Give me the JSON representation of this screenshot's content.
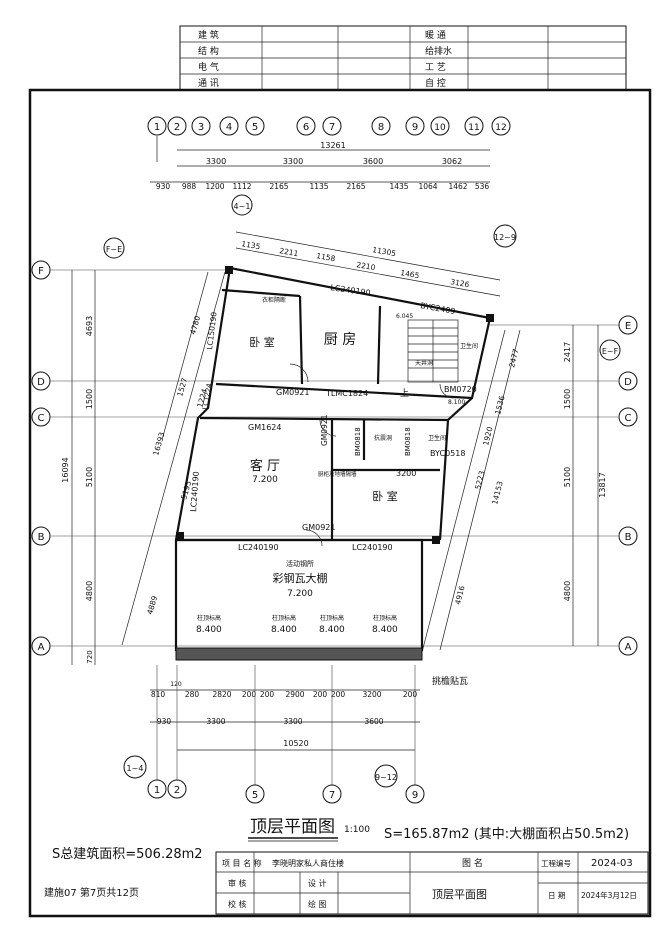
{
  "header_table": {
    "rows": [
      {
        "left": "建 筑",
        "right": "暖 通"
      },
      {
        "left": "结 构",
        "right": "给排水"
      },
      {
        "left": "电 气",
        "right": "工 艺"
      },
      {
        "left": "通 讯",
        "right": "自 控"
      }
    ]
  },
  "axes_top": [
    "1",
    "2",
    "3",
    "4",
    "5",
    "6",
    "7",
    "8",
    "9",
    "10",
    "11",
    "12"
  ],
  "axes_bottom": [
    "1",
    "2",
    "5",
    "7",
    "9"
  ],
  "axes_left": [
    "F",
    "D",
    "C",
    "B",
    "A"
  ],
  "axes_right": [
    "E",
    "D",
    "C",
    "B",
    "A"
  ],
  "axis_refs": {
    "top": "4~1",
    "top_right": "12~9",
    "left_top": "F~E",
    "right": "E~F",
    "bottom_left": "1~4",
    "bottom_mid": "9~12"
  },
  "top_dims": {
    "total": "13261",
    "segments": [
      "3300",
      "3300",
      "3600",
      "3062"
    ],
    "detail": [
      "930",
      "988",
      "1200",
      "1112",
      "2165",
      "1135",
      "2165",
      "1435",
      "1064",
      "1462",
      "536"
    ]
  },
  "slant_dims": {
    "total": "11305",
    "row1": [
      "1135",
      "2211",
      "1158",
      "2210",
      "1465",
      "3126"
    ]
  },
  "left_dims": {
    "total": "16094",
    "segments": [
      "4693",
      "1500",
      "5100",
      "4800",
      "720"
    ],
    "slant": [
      "16393",
      "4780",
      "1527",
      "1224",
      "5195",
      "4889"
    ]
  },
  "right_dims": {
    "total": "13817",
    "segments": [
      "2417",
      "1500",
      "5100",
      "4800"
    ],
    "slant": [
      "14153",
      "2477",
      "1536",
      "1920",
      "5223",
      "4916"
    ]
  },
  "bottom_dims": {
    "detail": [
      "810",
      "120",
      "280",
      "2820",
      "200",
      "200",
      "2900",
      "200",
      "200",
      "3200",
      "200"
    ],
    "segments": [
      "930",
      "3300",
      "3300",
      "3600"
    ],
    "total": "10520"
  },
  "rooms": [
    {
      "name": "卧 室"
    },
    {
      "name": "厨 房"
    },
    {
      "name": "客 厅",
      "elev": "7.200"
    },
    {
      "name": "卧 室"
    },
    {
      "name": "彩钢瓦大棚",
      "sub": "活动钢所",
      "elev": "7.200"
    }
  ],
  "labels": {
    "lc_top": "LC240190",
    "byc2409": "BYC2409",
    "lc150190": "LC150190",
    "lc1224": "LC1224",
    "gm0921a": "GM0921",
    "tlmc1824": "TLMC1824",
    "bm0720": "BM0720",
    "gm1624": "GM1624",
    "gm0921b": "GM0921",
    "bm0818a": "BM0818",
    "bm0818b": "BM0818",
    "byc0518": "BYC0518",
    "lc240190_left": "LC240190",
    "gm0921c": "GM0921",
    "lc_bot1": "LC240190",
    "lc_bot2": "LC240190",
    "dim3200": "3200",
    "e6045": "6.045",
    "e8100": "8.100",
    "shang": "上",
    "tianjing": "天井洞",
    "weisheng1": "卫生间",
    "weisheng2": "卫生间",
    "zhaoming": "抗震洞",
    "yigui": "衣柜隔断",
    "jiaju": "厨柜及地墙隔墙",
    "eave": "挑檐贴瓦"
  },
  "column_elevs": [
    {
      "cap": "柱顶标高",
      "val": "8.400"
    },
    {
      "cap": "柱顶标高",
      "val": "8.400"
    },
    {
      "cap": "柱顶标高",
      "val": "8.400"
    },
    {
      "cap": "柱顶标高",
      "val": "8.400"
    }
  ],
  "drawing_title": "顶层平面图",
  "scale": "1:100",
  "area_note": "S=165.87m2 (其中:大棚面积占50.5m2)",
  "total_area": "S总建筑面积=506.28m2",
  "sheet_info": "建施07 第7页共12页",
  "title_block": {
    "project_name_label": "项 目 名 称",
    "project_name": "李晓明家私人商住楼",
    "drawing_name_label": "图 名",
    "drawing_name": "顶层平面图",
    "job_no_label": "工程编号",
    "job_no": "2024-03",
    "date_label": "日 期",
    "date": "2024年3月12日",
    "review_label": "审 核",
    "check_label": "校 核",
    "design_label": "设 计",
    "draw_label": "绘 图"
  }
}
